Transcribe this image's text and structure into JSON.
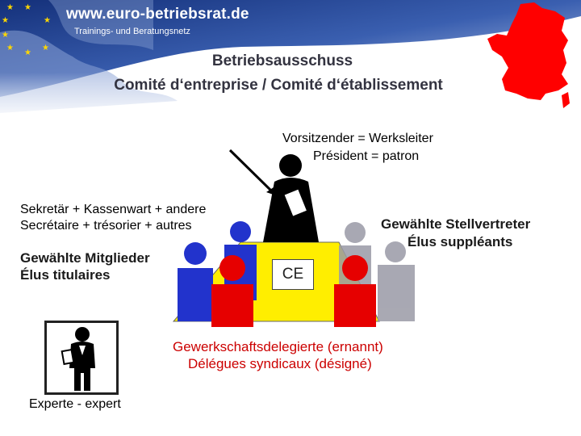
{
  "header": {
    "site_url": "www.euro-betriebsrat.de",
    "tagline": "Trainings- und Beratungsnetz"
  },
  "title": {
    "de": "Betriebsausschuss",
    "fr": "Comité d‘entreprise / Comité d‘établissement"
  },
  "chair": {
    "de": "Vorsitzender = Werksleiter",
    "fr": "Président = patron"
  },
  "secretary": {
    "de": "Sekretär + Kassenwart + andere",
    "fr": "Secrétaire + trésorier + autres"
  },
  "members": {
    "de": "Gewählte Mitglieder",
    "fr": "Élus titulaires"
  },
  "deputies": {
    "de": "Gewählte Stellvertreter",
    "fr": "Élus suppléants"
  },
  "table_label": "CE",
  "union": {
    "de": "Gewerkschaftsdelegierte (ernannt)",
    "fr": "Délégues syndicaux (désigné)"
  },
  "expert": "Experte - expert",
  "colors": {
    "blue": "#2233cc",
    "red": "#e60000",
    "yellow": "#ffee00",
    "gray": "#9a9aa6",
    "france_red": "#ff0000",
    "header_blue": "#1a3a8c"
  }
}
